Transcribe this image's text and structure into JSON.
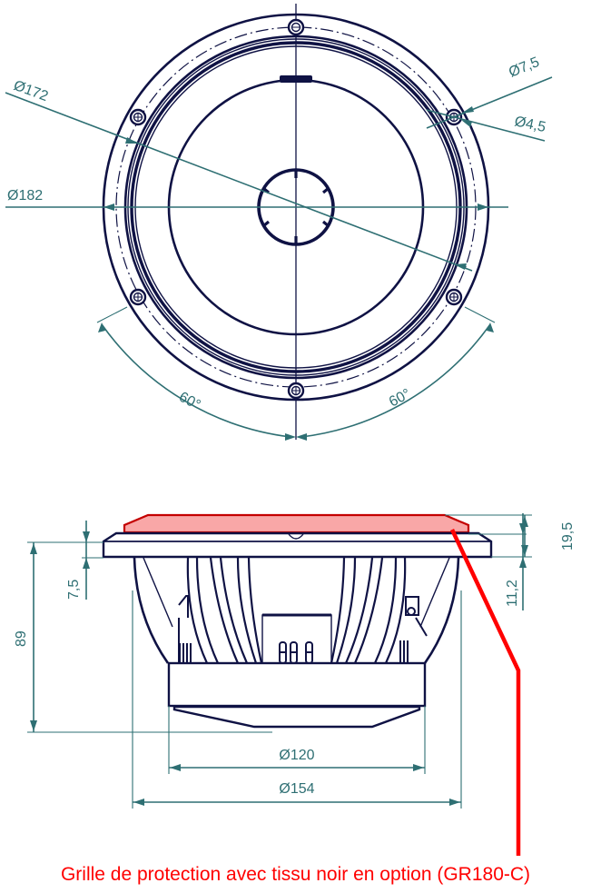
{
  "drawing": {
    "title": "Speaker driver technical drawing",
    "colors": {
      "outline": "#0f1244",
      "dimension": "#2e6f73",
      "grille_fill": "#f9a7a7",
      "grille_stroke": "#c40000",
      "leader": "#ff0000"
    },
    "front_view": {
      "dimensions": {
        "mount_hole_circle": "Ø172",
        "outer_diameter": "Ø182",
        "hole_outer": "Ø7,5",
        "hole_inner": "Ø4,5",
        "angle_left": "60°",
        "angle_right": "60°"
      },
      "mounting_holes": 6
    },
    "side_view": {
      "dimensions": {
        "total_depth": "89",
        "flange_thickness": "7,5",
        "grille_height": "19,5",
        "grille_protrusion": "11,2",
        "magnet_diameter": "Ø120",
        "cutout_diameter": "Ø154"
      }
    },
    "caption": "Grille de protection avec tissu noir en option (GR180-C)"
  }
}
